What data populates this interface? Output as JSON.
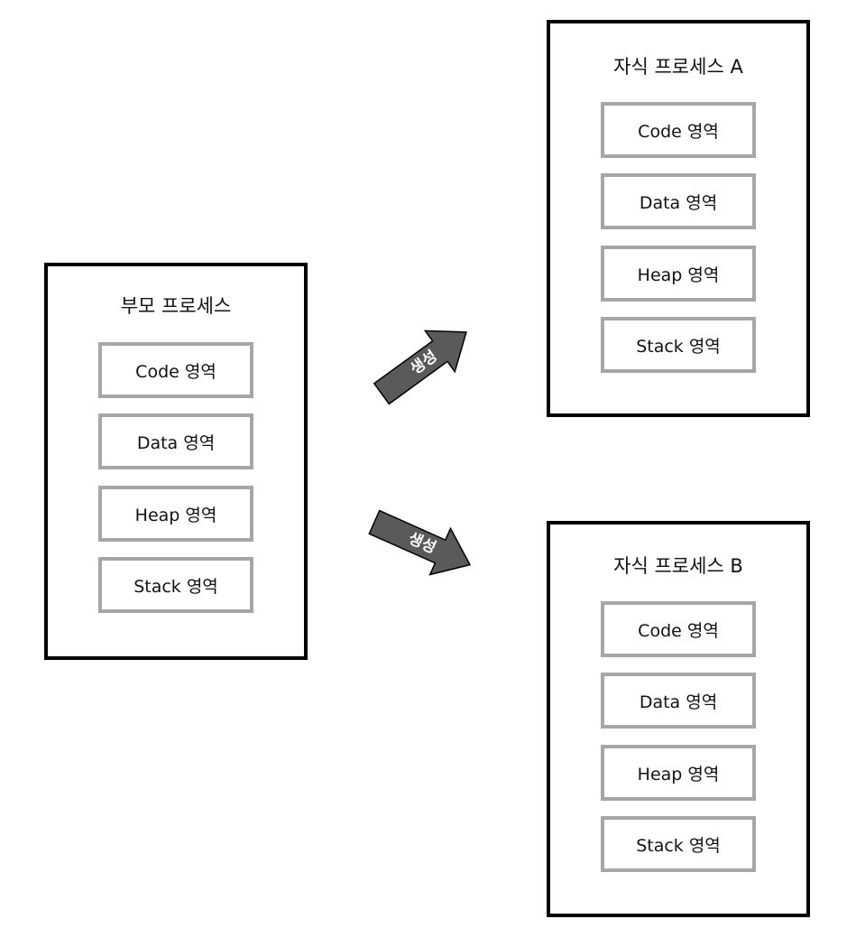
{
  "parent": {
    "title": "부모 프로세스",
    "segments": [
      "Code 영역",
      "Data 영역",
      "Heap 영역",
      "Stack 영역"
    ]
  },
  "child_a": {
    "title": "자식 프로세스 A",
    "segments": [
      "Code 영역",
      "Data 영역",
      "Heap 영역",
      "Stack 영역"
    ]
  },
  "child_b": {
    "title": "자식 프로세스 B",
    "segments": [
      "Code 영역",
      "Data 영역",
      "Heap 영역",
      "Stack 영역"
    ]
  },
  "arrows": {
    "to_a_label": "생성",
    "to_b_label": "생성"
  },
  "colors": {
    "process_border": "#000000",
    "segment_border": "#a6a6a6",
    "arrow_fill": "#5a5a5a"
  }
}
